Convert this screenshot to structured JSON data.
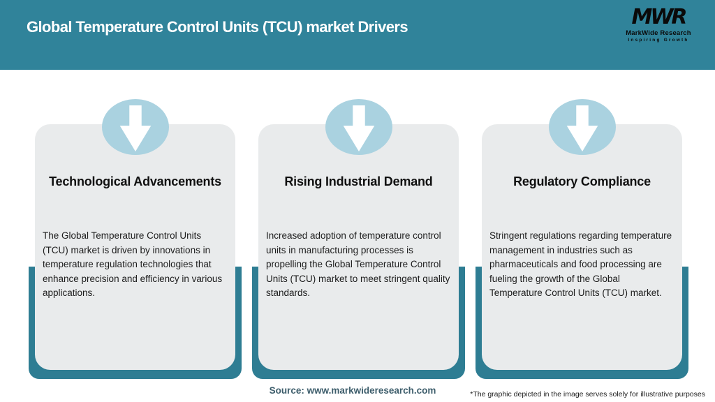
{
  "header": {
    "title": "Global Temperature Control Units (TCU) market Drivers",
    "logo": {
      "letters": "MWR",
      "name": "MarkWide Research",
      "tagline": "Inspiring Growth"
    }
  },
  "cards": [
    {
      "title": "Technological Advancements",
      "body": "The Global Temperature Control Units (TCU) market is driven by innovations in temperature regulation technologies that enhance precision and efficiency in various applications.",
      "icon": "arrow-down-icon"
    },
    {
      "title": "Rising Industrial Demand",
      "body": "Increased adoption of temperature control units in manufacturing processes is propelling the Global Temperature Control Units (TCU) market to meet stringent quality standards.",
      "icon": "arrow-down-icon"
    },
    {
      "title": "Regulatory Compliance",
      "body": "Stringent regulations regarding temperature management in industries such as pharmaceuticals and food processing are fueling the growth of the Global Temperature Control Units (TCU) market.",
      "icon": "arrow-down-icon"
    }
  ],
  "footer": {
    "source": "Source: www.markwideresearch.com",
    "disclaimer": "*The graphic depicted in the image serves solely for illustrative purposes"
  },
  "colors": {
    "header_teal": "#30839a",
    "band_teal": "#2e7d93",
    "circle_blue": "#aad2e0",
    "card_gray": "#e9ebec",
    "source_text": "#3d5d6b"
  }
}
